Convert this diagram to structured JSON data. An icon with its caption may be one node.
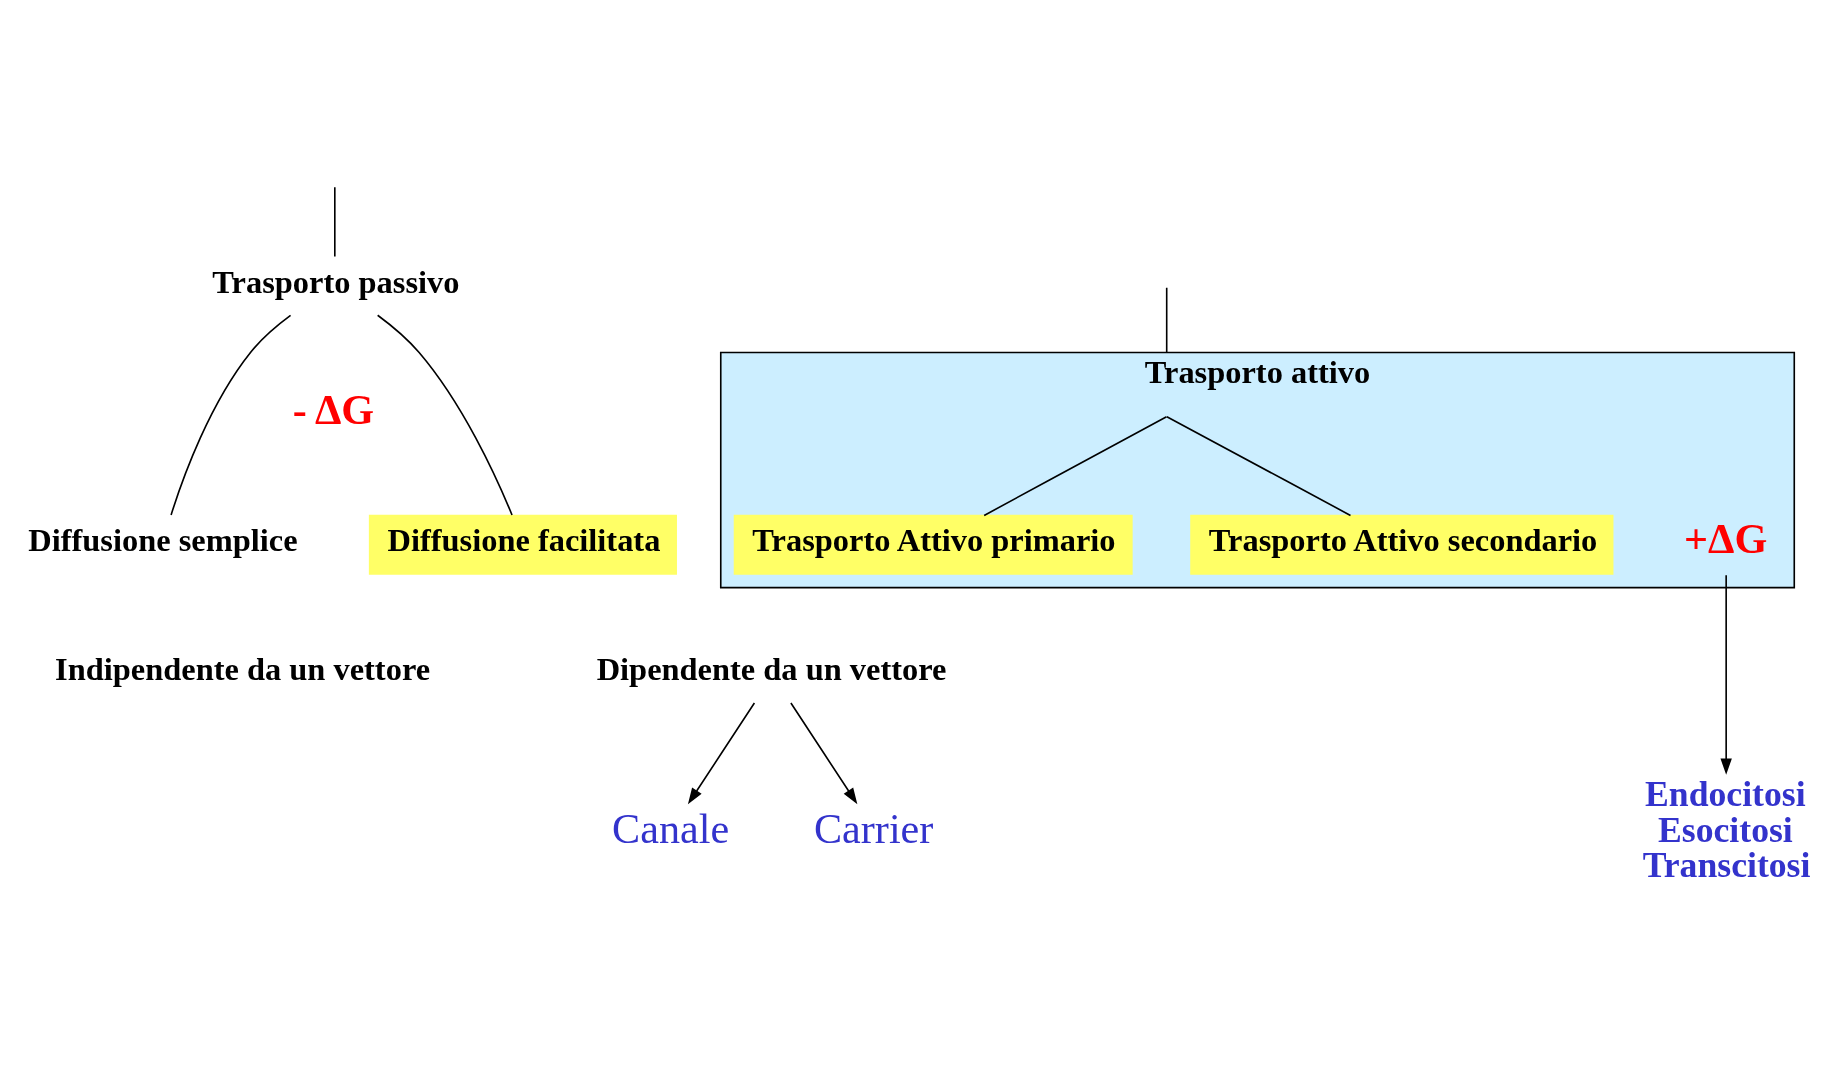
{
  "diagram": {
    "nodes": [
      {
        "text": [
          "Trasporto passivo"
        ]
      },
      {
        "text": [
          "Trasporto attivo"
        ]
      },
      {
        "text": [
          "Diffusione semplice"
        ]
      },
      {
        "text": [
          "Diffusione facilitata"
        ]
      },
      {
        "text": [
          "Trasporto Attivo primario"
        ],
        "in": 1
      },
      {
        "text": [
          "+ΔG"
        ],
        "in": 1
      },
      {
        "text": [
          "Trasporto Attivo secondario"
        ],
        "in": 1
      },
      {
        "text": [
          "Indipendente da un vettore"
        ]
      },
      {
        "text": [
          "Dipendente da un vettore"
        ]
      },
      {
        "text": [
          "Canale"
        ]
      },
      {
        "text": [
          "Carrier"
        ]
      },
      {
        "text": [
          "Endocitosi",
          "Esocitosi",
          "Transcitosi"
        ]
      }
    ],
    "edges": [
      {
        "from": null,
        "to": 0,
        "arrow": "none"
      },
      {
        "from": null,
        "to": 1,
        "arrow": "none"
      },
      {
        "from": 0,
        "to": 2,
        "arrow": "none"
      },
      {
        "from": 0,
        "to": 3,
        "arrow": "none"
      },
      {
        "from": 1,
        "to": 4,
        "arrow": "none"
      },
      {
        "from": 1,
        "to": 6,
        "arrow": "none"
      },
      {
        "from": 8,
        "to": 9,
        "arrow": "to"
      },
      {
        "from": 8,
        "to": 10,
        "arrow": "to"
      },
      {
        "from": 5,
        "to": 11,
        "arrow": "to"
      }
    ],
    "labels": [
      "- ΔG"
    ]
  }
}
